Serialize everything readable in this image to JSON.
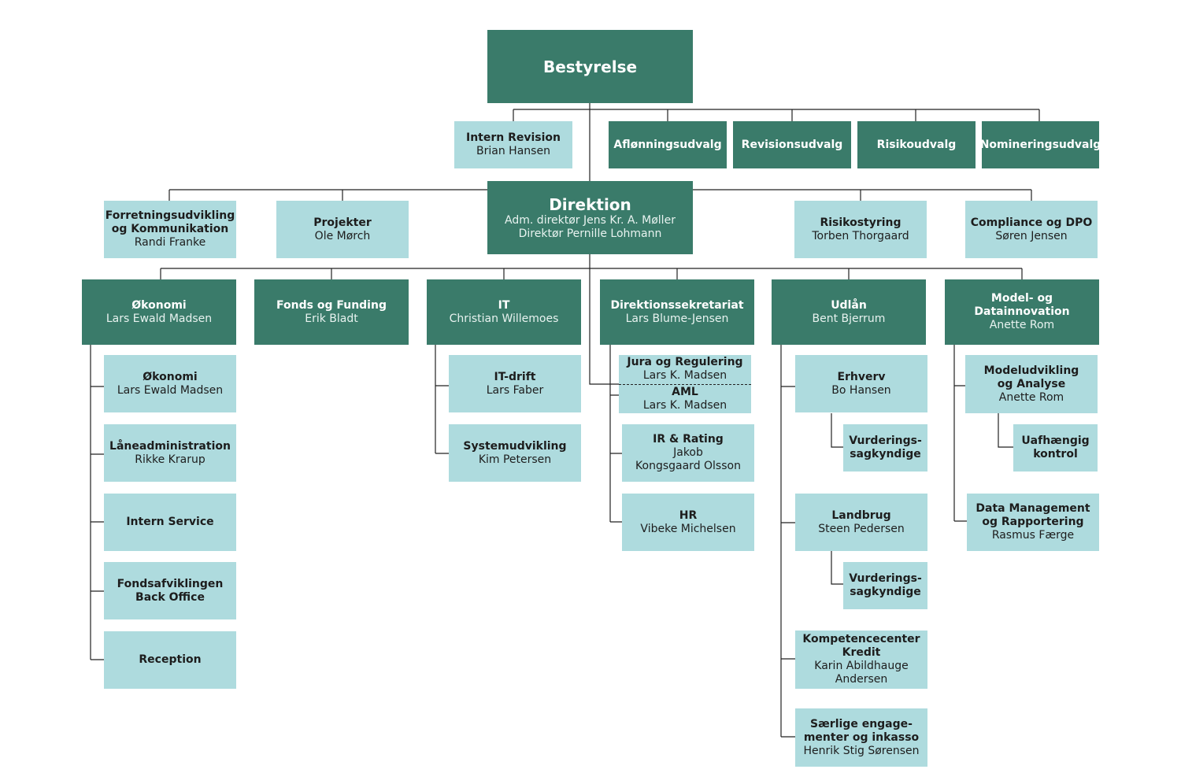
{
  "board": {
    "title": "Bestyrelse"
  },
  "committees": [
    {
      "title": "Intern Revision",
      "sub": "Brian Hansen"
    },
    {
      "title": "Aflønningsudvalg"
    },
    {
      "title": "Revisionsudvalg"
    },
    {
      "title": "Risikoudvalg"
    },
    {
      "title": "Nomineringsudvalg"
    }
  ],
  "management": {
    "title": "Direktion",
    "lines": [
      "Adm. direktør Jens Kr. A. Møller",
      "Direktør Pernille Lohmann"
    ]
  },
  "staff": [
    {
      "title": "Forretningsudvikling\nog Kommunikation",
      "sub": "Randi Franke"
    },
    {
      "title": "Projekter",
      "sub": "Ole Mørch"
    },
    {
      "title": "Risikostyring",
      "sub": "Torben Thorgaard"
    },
    {
      "title": "Compliance og DPO",
      "sub": "Søren Jensen"
    }
  ],
  "departments": [
    {
      "title": "Økonomi",
      "sub": "Lars Ewald Madsen"
    },
    {
      "title": "Fonds og Funding",
      "sub": "Erik Bladt"
    },
    {
      "title": "IT",
      "sub": "Christian Willemoes"
    },
    {
      "title": "Direktionssekretariat",
      "sub": "Lars Blume-Jensen"
    },
    {
      "title": "Udlån",
      "sub": "Bent Bjerrum"
    },
    {
      "title": "Model- og Datainnovation",
      "sub": "Anette Rom"
    }
  ],
  "okonomi_units": [
    {
      "title": "Økonomi",
      "sub": "Lars Ewald Madsen"
    },
    {
      "title": "Låneadministration",
      "sub": "Rikke Krarup"
    },
    {
      "title": "Intern Service"
    },
    {
      "title": "Fondsafviklingen\nBack Office"
    },
    {
      "title": "Reception"
    }
  ],
  "it_units": [
    {
      "title": "IT-drift",
      "sub": "Lars Faber"
    },
    {
      "title": "Systemudvikling",
      "sub": "Kim Petersen"
    }
  ],
  "sekretariat_units": [
    {
      "title": "Jura og Regulering",
      "sub": "Lars K. Madsen"
    },
    {
      "title": "AML",
      "sub": "Lars K. Madsen"
    },
    {
      "title": "IR & Rating",
      "sub": "Jakob\nKongsgaard Olsson"
    },
    {
      "title": "HR",
      "sub": "Vibeke Michelsen"
    }
  ],
  "udlan_units": [
    {
      "title": "Erhverv",
      "sub": "Bo Hansen"
    },
    {
      "title": "Vurderings-\nsagkyndige"
    },
    {
      "title": "Landbrug",
      "sub": "Steen Pedersen"
    },
    {
      "title": "Vurderings-\nsagkyndige"
    },
    {
      "title": "Kompetencecenter\nKredit",
      "sub": "Karin Abildhauge\nAndersen"
    },
    {
      "title": "Særlige engage-\nmenter og inkasso",
      "sub": "Henrik Stig Sørensen"
    }
  ],
  "model_units": [
    {
      "title": "Modeludvikling\nog Analyse",
      "sub": "Anette Rom"
    },
    {
      "title": "Uafhængig\nkontrol"
    },
    {
      "title": "Data Management\nog Rapportering",
      "sub": "Rasmus Færge"
    }
  ],
  "colors": {
    "dark": "#3a7b6a",
    "light": "#aedbde",
    "line": "#222222"
  }
}
